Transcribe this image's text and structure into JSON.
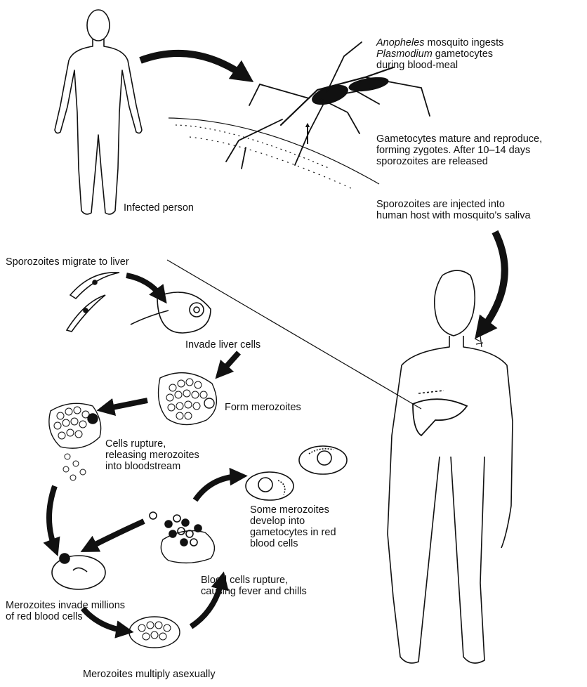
{
  "labels": {
    "infected_person": "Infected person",
    "mosquito_ingests": {
      "l1_species": "Anopheles",
      "l1_rest": " mosquito ingests",
      "l2_genus": "Plasmodium",
      "l2_rest": " gametocytes",
      "l3": "during blood-meal"
    },
    "gametocytes_mature": [
      "Gametocytes mature and reproduce,",
      "forming zygotes. After 10–14 days",
      "sporozoites are released"
    ],
    "sporozoites_injected": [
      "Sporozoites are injected into",
      "human host with mosquito's saliva"
    ],
    "sporozoites_migrate": "Sporozoites migrate to liver",
    "invade_liver": "Invade liver cells",
    "form_merozoites": "Form merozoites",
    "cells_rupture": [
      "Cells rupture,",
      "releasing merozoites",
      "into bloodstream"
    ],
    "some_merozoites": [
      "Some merozoites",
      "develop into",
      "gametocytes in red",
      "blood cells"
    ],
    "blood_cells_rupture": [
      "Blood cells rupture,",
      "causing fever and chills"
    ],
    "merozoites_invade": [
      "Merozoites invade millions",
      "of red blood cells"
    ],
    "merozoites_multiply": "Merozoites multiply asexually"
  }
}
